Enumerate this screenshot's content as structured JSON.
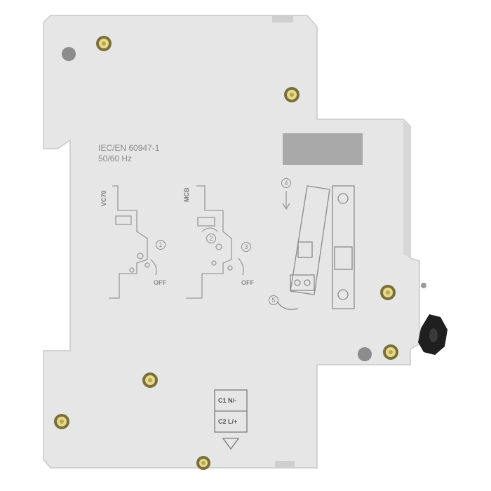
{
  "markings": {
    "standard": "IEC/EN 60947-1",
    "frequency": "50/60 Hz"
  },
  "diagram": {
    "left_label": "VC70",
    "middle_label": "MCB",
    "off_label_1": "OFF",
    "off_label_2": "OFF",
    "steps": [
      "1",
      "2",
      "3",
      "4",
      "5"
    ]
  },
  "terminals": {
    "c1": "C1 N/-",
    "c2": "C2 L/+"
  },
  "colors": {
    "housing": "#e6e6e6",
    "housing_edge": "#c9c9c9",
    "rivet_brass": "#e7d98a",
    "label_window": "#a9a9a9",
    "knob": "#1f1f1f"
  },
  "icons": [
    "rivet-icon",
    "knob-icon",
    "arrow-down-icon",
    "triangle-down-icon"
  ]
}
